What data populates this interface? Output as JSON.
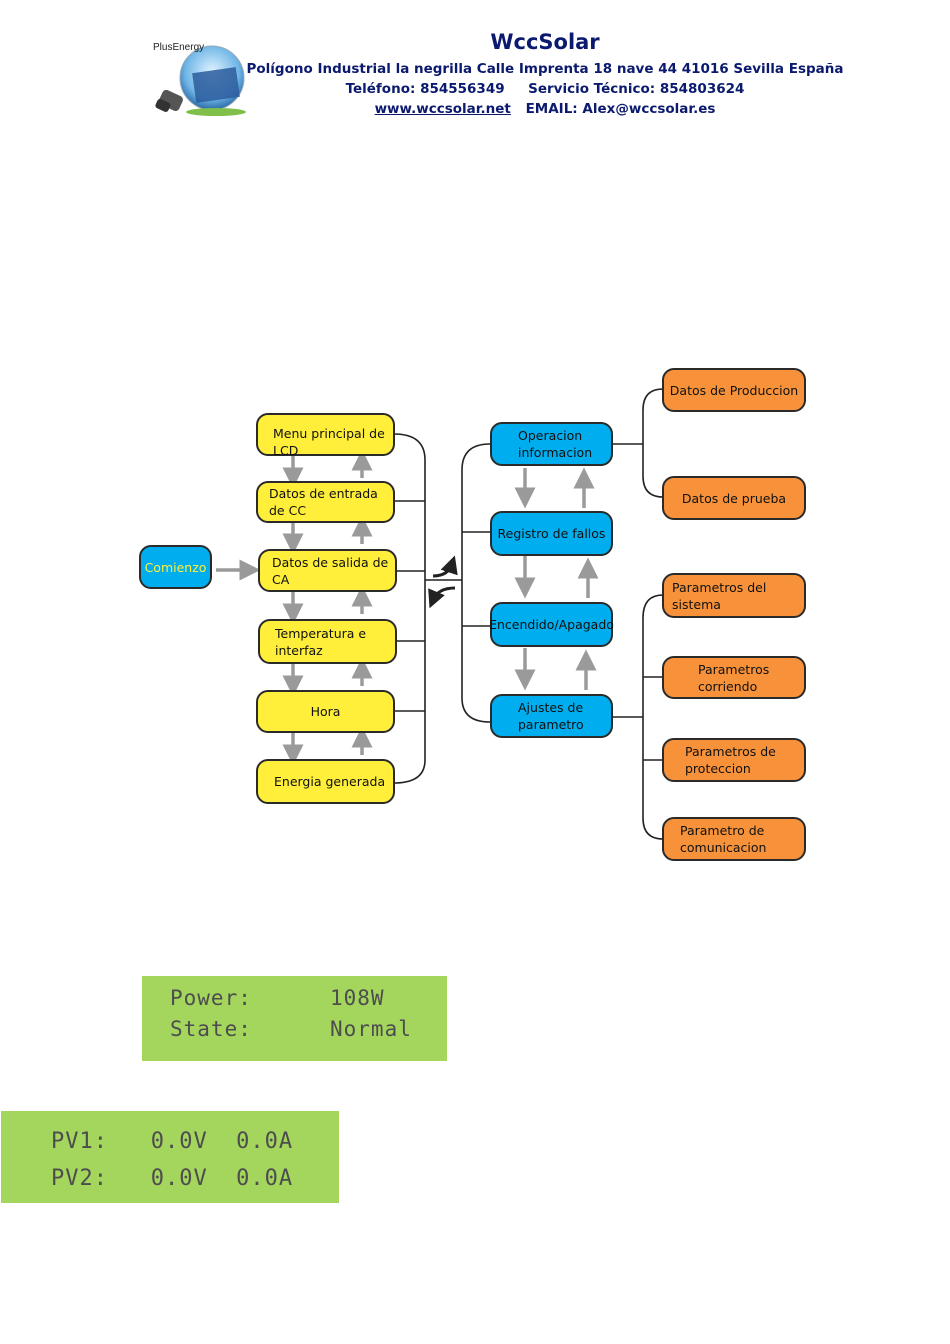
{
  "header": {
    "logo_text": "PlusEnergy",
    "company": "WccSolar",
    "address": "Polígono Industrial la negrilla Calle Imprenta 18 nave 44 41016 Sevilla España",
    "phone": "Teléfono: 854556349     Servicio Técnico: 854803624",
    "website": "www.wccsolar.net",
    "email": "EMAIL: Alex@wccsolar.es"
  },
  "flowchart": {
    "start": "Comienzo",
    "left_column": [
      "Menu principal de LCD",
      "Datos de entrada de CC",
      "Datos de salida de CA",
      "Temperatura e interfaz",
      "Hora",
      "Energia generada"
    ],
    "middle_column": [
      "Operacion informacion",
      "Registro de fallos",
      "Encendido/Apagado",
      "Ajustes de parametro"
    ],
    "right_top": [
      "Datos de Produccion",
      "Datos de prueba"
    ],
    "right_bottom": [
      "Parametros del sistema",
      "Parametros corriendo",
      "Parametros de proteccion",
      "Parametro de comunicacion"
    ],
    "colors": {
      "yellow": "#ffef3a",
      "blue": "#00aeef",
      "orange": "#f7923a",
      "arrow": "#9a9a9a",
      "lcd": "#a4d65e"
    }
  },
  "lcd1": {
    "row1_label": "Power:",
    "row1_value": "108W",
    "row2_label": "State:",
    "row2_value": "Normal"
  },
  "lcd2": {
    "row1": "PV1:   0.0V  0.0A",
    "row2": "PV2:   0.0V  0.0A"
  }
}
